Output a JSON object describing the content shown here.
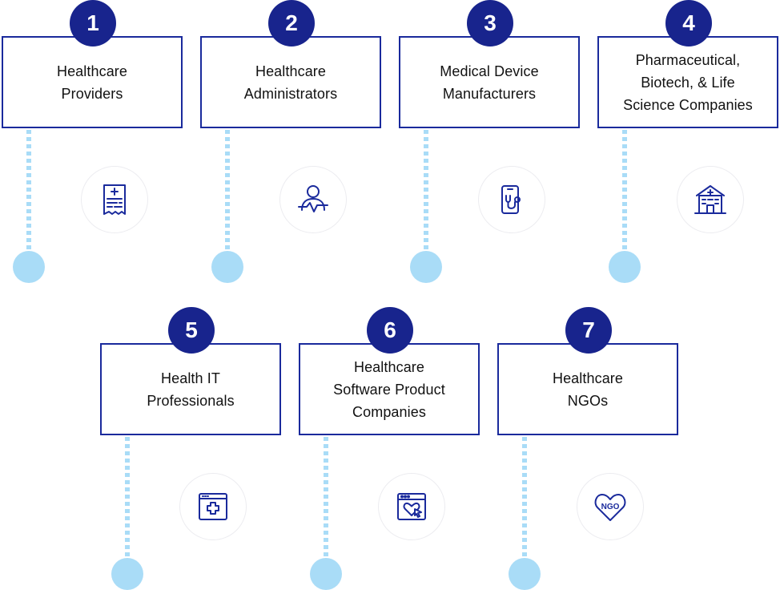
{
  "colors": {
    "accent": "#1a2a9c",
    "badge": "#18248d",
    "connector": "#a9dcf7"
  },
  "items": [
    {
      "number": "1",
      "label_lines": [
        "Healthcare",
        "Providers"
      ],
      "icon": "medical-report-icon"
    },
    {
      "number": "2",
      "label_lines": [
        "Healthcare",
        "Administrators"
      ],
      "icon": "admin-person-heartbeat-icon"
    },
    {
      "number": "3",
      "label_lines": [
        "Medical Device",
        "Manufacturers"
      ],
      "icon": "phone-stethoscope-icon"
    },
    {
      "number": "4",
      "label_lines": [
        "Pharmaceutical,",
        "Biotech, & Life",
        "Science Companies"
      ],
      "icon": "hospital-building-icon"
    },
    {
      "number": "5",
      "label_lines": [
        "Health IT",
        "Professionals"
      ],
      "icon": "browser-medical-cross-icon"
    },
    {
      "number": "6",
      "label_lines": [
        "Healthcare",
        "Software Product",
        "Companies"
      ],
      "icon": "browser-heart-cursor-icon"
    },
    {
      "number": "7",
      "label_lines": [
        "Healthcare",
        "NGOs"
      ],
      "icon": "heart-ngo-icon",
      "icon_text": "NGO"
    }
  ]
}
